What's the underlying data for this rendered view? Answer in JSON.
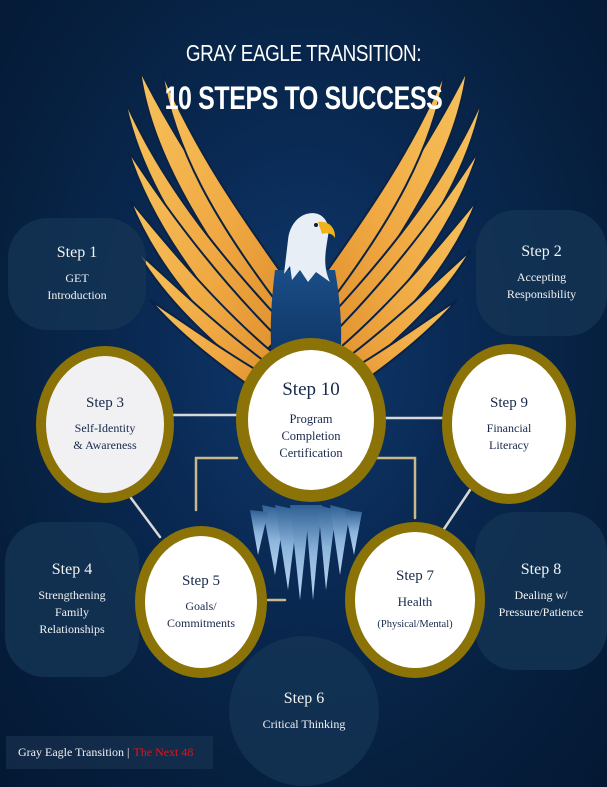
{
  "header": {
    "title_line1": "GRAY EAGLE TRANSITION:",
    "title_line2": "10 STEPS TO SUCCESS"
  },
  "steps": [
    {
      "step": "Step 1",
      "desc_lines": [
        "GET",
        "Introduction"
      ],
      "style": "pill"
    },
    {
      "step": "Step 2",
      "desc_lines": [
        "Accepting",
        "Responsibility"
      ],
      "style": "pill"
    },
    {
      "step": "Step 3",
      "desc_lines": [
        "Self-Identity",
        "& Awareness"
      ],
      "style": "ring"
    },
    {
      "step": "Step 4",
      "desc_lines": [
        "Strengthening",
        "Family",
        "Relationships"
      ],
      "style": "pill"
    },
    {
      "step": "Step 5",
      "desc_lines": [
        "Goals/",
        "Commitments"
      ],
      "style": "ring"
    },
    {
      "step": "Step 6",
      "desc_lines": [
        "Critical Thinking"
      ],
      "style": "pill"
    },
    {
      "step": "Step 7",
      "desc_lines": [
        "Health",
        "(Physical/Mental)"
      ],
      "style": "ring"
    },
    {
      "step": "Step 8",
      "desc_lines": [
        "Dealing w/",
        "Pressure/Patience"
      ],
      "style": "pill"
    },
    {
      "step": "Step 9",
      "desc_lines": [
        "Financial",
        "Literacy"
      ],
      "style": "ring"
    },
    {
      "step": "Step 10",
      "desc_lines": [
        "Program",
        "Completion",
        "Certification"
      ],
      "style": "ring"
    }
  ],
  "footer": {
    "brand": "Gray Eagle Transition |",
    "tagline": "The Next 48"
  },
  "colors": {
    "background": "#0a2a55",
    "ring_gold": "#8c7308",
    "wing_gold": "#f4b14a",
    "pill_fill": "#153455",
    "footer_accent": "#e0151b",
    "ring_text": "#17294a"
  }
}
